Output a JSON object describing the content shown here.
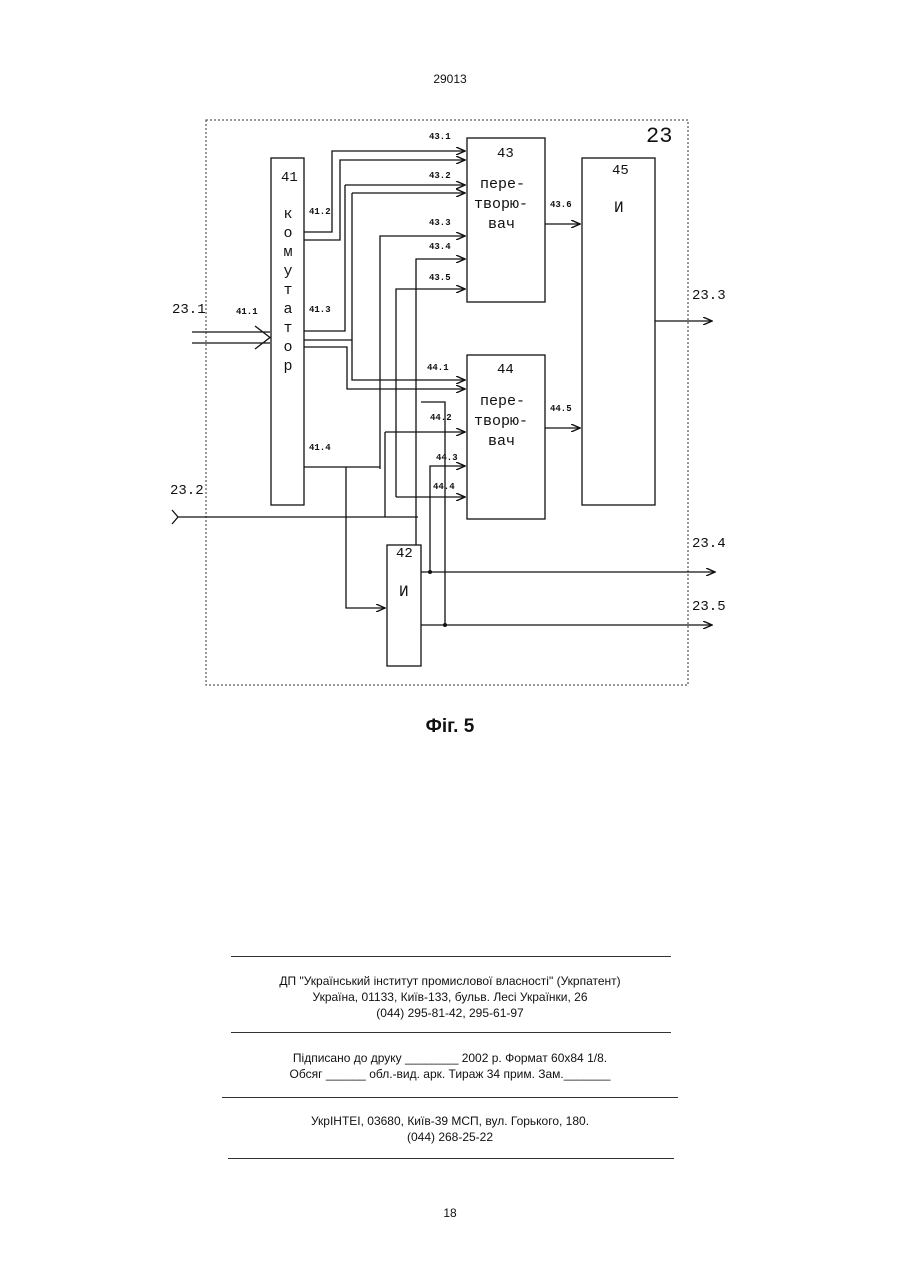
{
  "header": {
    "patent_number": "29013"
  },
  "figure": {
    "caption": "Фіг. 5",
    "block_23": {
      "label": "23"
    },
    "block_41": {
      "label": "41",
      "text": "комутатор"
    },
    "block_43": {
      "label": "43",
      "text_lines": [
        "пере-",
        "творю-",
        "вач"
      ]
    },
    "block_44": {
      "label": "44",
      "text_lines": [
        "пере-",
        "творю-",
        "вач"
      ]
    },
    "block_45": {
      "label": "45",
      "text": "И"
    },
    "block_42": {
      "label": "42",
      "text": "И"
    },
    "signals": {
      "s23_1": "23.1",
      "s23_2": "23.2",
      "s23_3": "23.3",
      "s23_4": "23.4",
      "s23_5": "23.5",
      "s41_1": "41.1",
      "s41_2": "41.2",
      "s41_3": "41.3",
      "s41_4": "41.4",
      "s43_1": "43.1",
      "s43_2": "43.2",
      "s43_3": "43.3",
      "s43_4": "43.4",
      "s43_5": "43.5",
      "s43_6": "43.6",
      "s44_1": "44.1",
      "s44_2": "44.2",
      "s44_3": "44.3",
      "s44_4": "44.4",
      "s44_5": "44.5"
    }
  },
  "imprint": {
    "publisher_line1": "ДП \"Український інститут промислової власності\" (Укрпатент)",
    "publisher_line2": "Україна, 01133, Київ-133, бульв. Лесі Українки, 26",
    "publisher_line3": "(044) 295-81-42, 295-61-97",
    "print_line1": "Підписано до друку ________ 2002 р.   Формат 60х84 1/8.",
    "print_line2": "Обсяг ______ обл.-вид. арк.   Тираж 34 прим.    Зам._______",
    "printer_line1": "УкрІНТЕІ, 03680, Київ-39 МСП, вул. Горького, 180.",
    "printer_line2": "(044) 268-25-22"
  },
  "footer": {
    "page_number": "18"
  }
}
